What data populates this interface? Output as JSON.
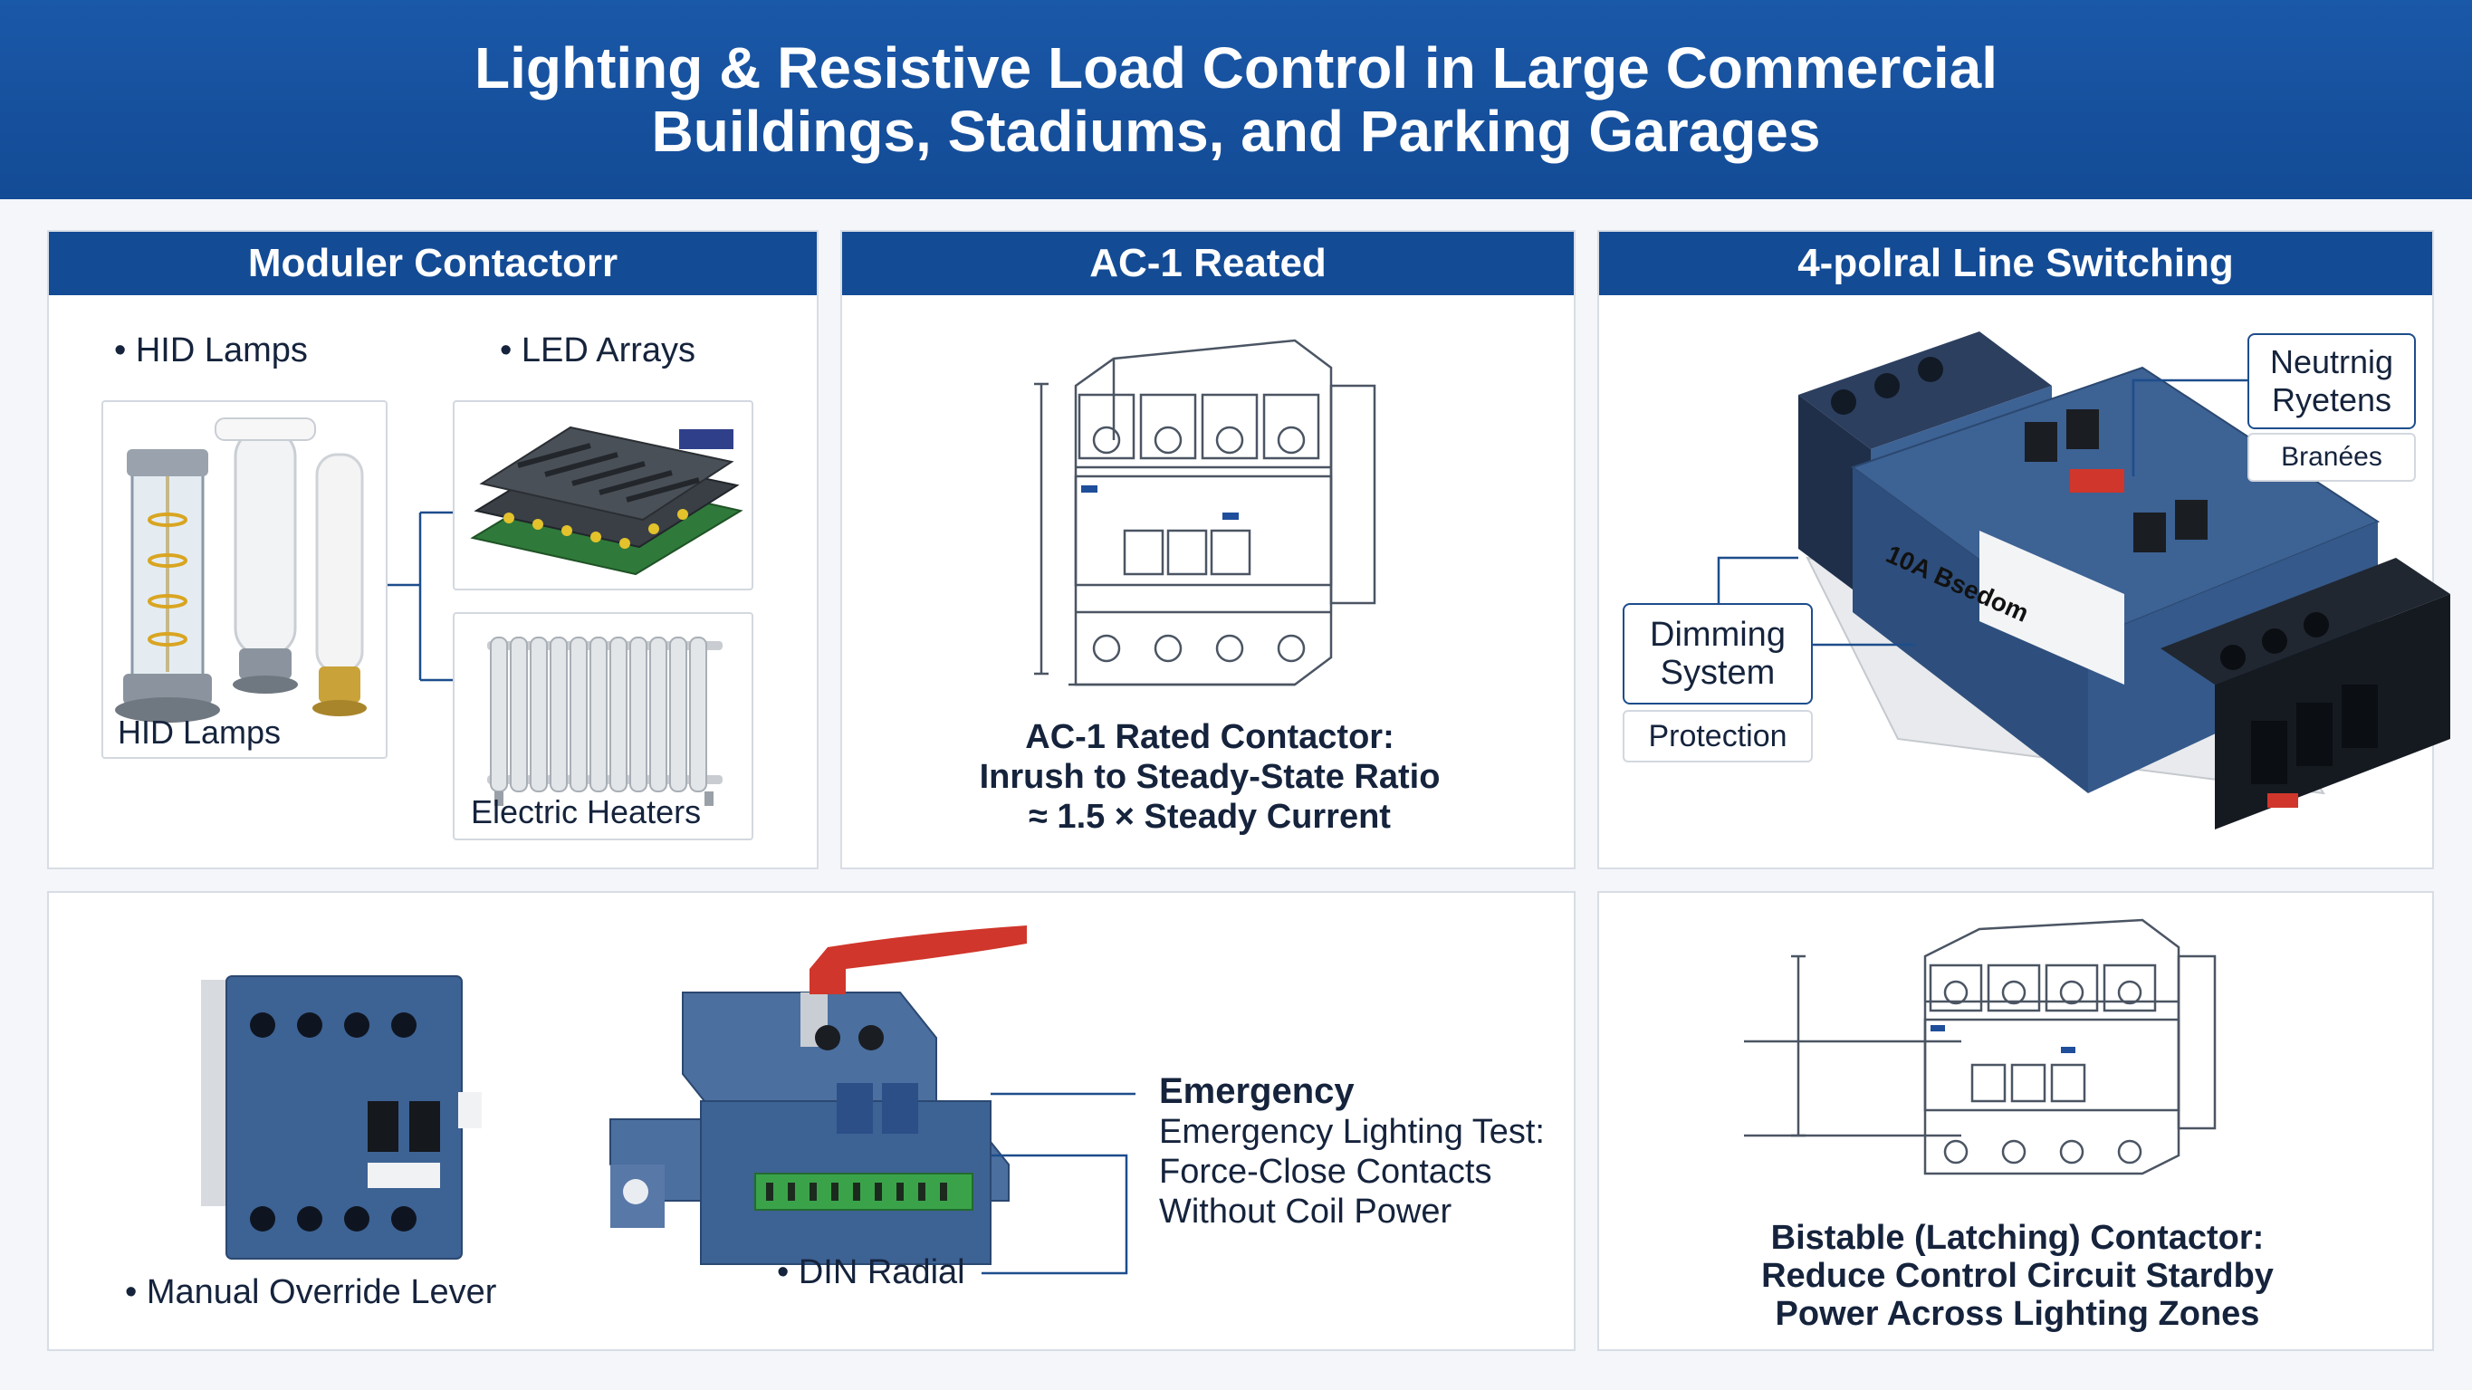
{
  "header": {
    "title_line1": "Lighting & Resistive Load Control in Large Commercial",
    "title_line2": "Buildings, Stadiums, and Parking Garages"
  },
  "panel1": {
    "title": "Moduler Contactorr",
    "bullet_left": "• HID Lamps",
    "bullet_right": "• LED Arrays",
    "lamps_caption": "HID Lamps",
    "heaters_caption": "Electric Heaters"
  },
  "panel2": {
    "title": "AC-1 Reated",
    "caption_line1": "AC-1 Rated Contactor:",
    "caption_line2": "Inrush to Steady-State Ratio",
    "caption_line3": "≈ 1.5 × Steady Current"
  },
  "panel3": {
    "title": "4-polral Line Switching",
    "label_top_line1": "Neutrnig",
    "label_top_line2": "Ryetens",
    "label_top_sub": "Branées",
    "label_left_line1": "Dimming",
    "label_left_line2": "System",
    "label_left_sub": "Protection",
    "device_text": "10A Bsedom"
  },
  "panel4": {
    "bullet_lever": "• Manual Override Lever",
    "bullet_din": "• DIN Radial",
    "emergency_title": "Emergency",
    "emergency_line1": "Emergency Lighting Test:",
    "emergency_line2": "Force-Close Contacts",
    "emergency_line3": "Without Coil Power"
  },
  "panel5": {
    "caption_line1": "Bistable (Latching) Contactor:",
    "caption_line2": "Reduce Control Circuit Stardby",
    "caption_line3": "Power Across Lighting Zones"
  },
  "colors": {
    "brand_blue": "#134b95",
    "device_blue": "#3d6294",
    "accent_red": "#d0362b",
    "terminal_green": "#3aa34a"
  }
}
